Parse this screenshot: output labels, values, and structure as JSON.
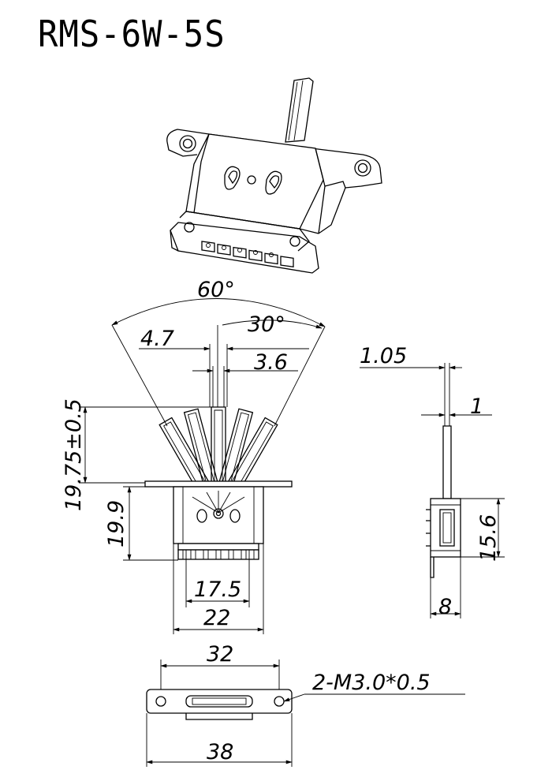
{
  "title": "RMS-6W-5S",
  "dimensions": {
    "angle_total": "60°",
    "angle_step": "30°",
    "lever_width": "4.7",
    "lever_tip": "3.6",
    "lever_height": "19.75±0.5",
    "body_height": "19.9",
    "pin_span": "17.5",
    "body_width": "22",
    "plate_thickness": "1.05",
    "plate_gap": "1",
    "side_height": "15.6",
    "side_depth": "8",
    "hole_spacing": "32",
    "plate_length": "38",
    "screw_spec": "2-M3.0*0.5"
  }
}
